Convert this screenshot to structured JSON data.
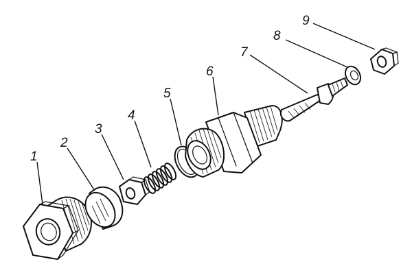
{
  "diagram": {
    "type": "exploded-assembly-drawing",
    "parts": [
      {
        "id": "1",
        "label": "1",
        "name": "union-nut"
      },
      {
        "id": "2",
        "label": "2",
        "name": "disc"
      },
      {
        "id": "3",
        "label": "3",
        "name": "small-hex-nut"
      },
      {
        "id": "4",
        "label": "4",
        "name": "spring"
      },
      {
        "id": "5",
        "label": "5",
        "name": "o-ring"
      },
      {
        "id": "6",
        "label": "6",
        "name": "threaded-body"
      },
      {
        "id": "7",
        "label": "7",
        "name": "valve-stem"
      },
      {
        "id": "8",
        "label": "8",
        "name": "washer"
      },
      {
        "id": "9",
        "label": "9",
        "name": "end-nut"
      }
    ],
    "line_color": "#111111",
    "background": "#ffffff"
  }
}
